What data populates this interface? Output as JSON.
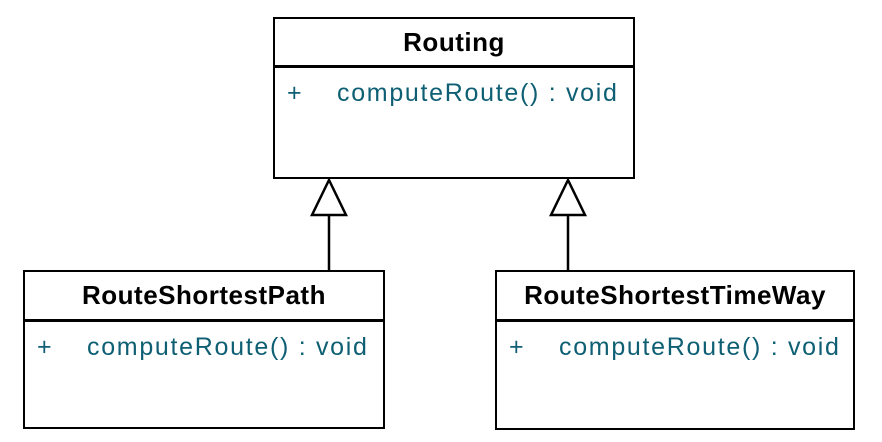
{
  "diagram": {
    "kind": "uml-class-diagram",
    "colors": {
      "border": "#000000",
      "title_text": "#000000",
      "member_text": "#0E5F73",
      "background": "#FFFFFF"
    },
    "classes": [
      {
        "id": "routing",
        "name": "Routing",
        "methods": [
          {
            "visibility": "+",
            "signature": "computeRoute() : void"
          }
        ]
      },
      {
        "id": "route-shortest-path",
        "name": "RouteShortestPath",
        "methods": [
          {
            "visibility": "+",
            "signature": "computeRoute() : void"
          }
        ]
      },
      {
        "id": "route-shortest-time-way",
        "name": "RouteShortestTimeWay",
        "methods": [
          {
            "visibility": "+",
            "signature": "computeRoute() : void"
          }
        ]
      }
    ],
    "relations": [
      {
        "type": "generalization",
        "from": "RouteShortestPath",
        "to": "Routing",
        "arrowhead": "hollow-triangle"
      },
      {
        "type": "generalization",
        "from": "RouteShortestTimeWay",
        "to": "Routing",
        "arrowhead": "hollow-triangle"
      }
    ]
  }
}
